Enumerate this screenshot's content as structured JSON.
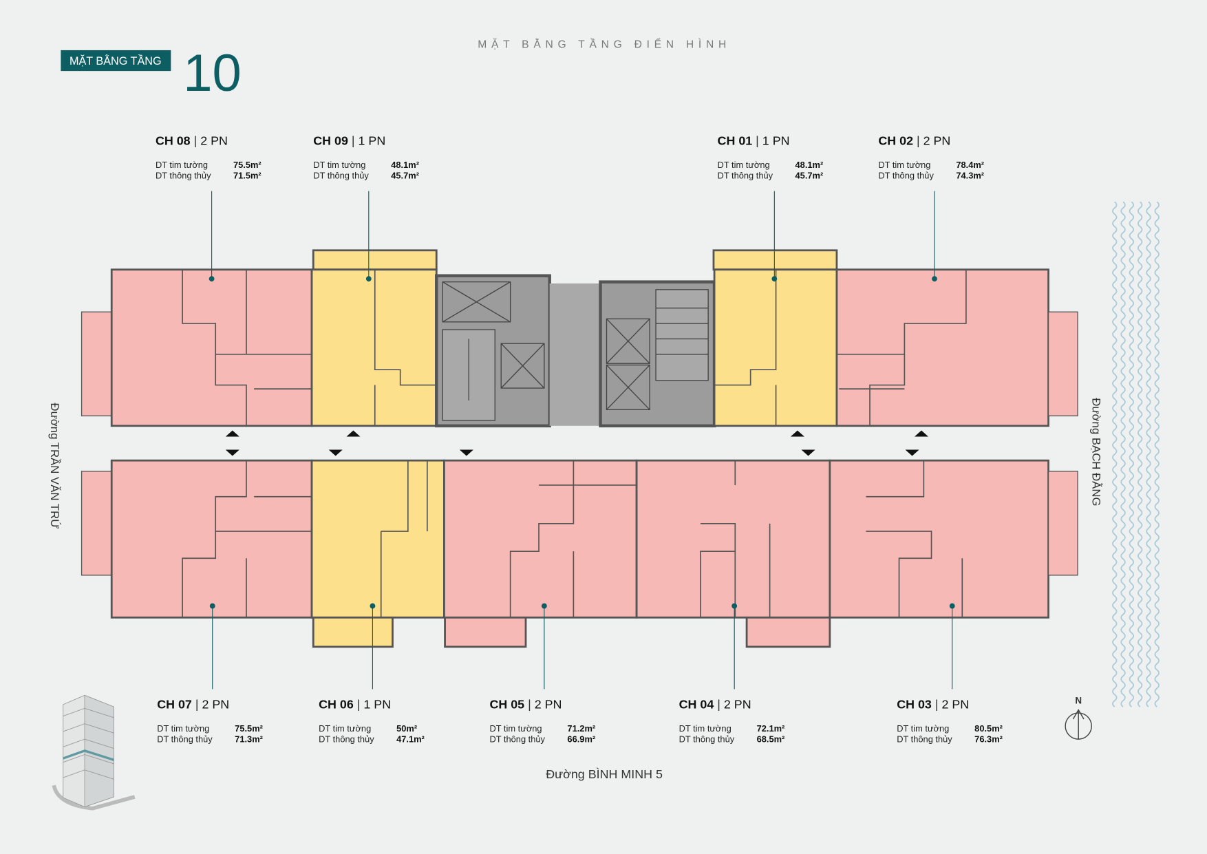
{
  "header": {
    "badge": "MẶT BẰNG TẦNG",
    "floor_number": "10",
    "title": "MẶT BẰNG TẦNG ĐIỂN HÌNH"
  },
  "colors": {
    "accent": "#0c5e63",
    "two_bedroom": "#f7b9b5",
    "one_bedroom": "#fde08c",
    "core": "#9c9c9c",
    "wall": "#555555"
  },
  "labels": {
    "dt_tim_tuong": "DT tim tường",
    "dt_thong_thuy": "DT thông thủy"
  },
  "units": [
    {
      "id": "CH 08",
      "type": "2 PN",
      "dt_tim_tuong": "75.5m²",
      "dt_thong_thuy": "71.5m²"
    },
    {
      "id": "CH 09",
      "type": "1 PN",
      "dt_tim_tuong": "48.1m²",
      "dt_thong_thuy": "45.7m²"
    },
    {
      "id": "CH 01",
      "type": "1 PN",
      "dt_tim_tuong": "48.1m²",
      "dt_thong_thuy": "45.7m²"
    },
    {
      "id": "CH 02",
      "type": "2 PN",
      "dt_tim_tuong": "78.4m²",
      "dt_thong_thuy": "74.3m²"
    },
    {
      "id": "CH 07",
      "type": "2 PN",
      "dt_tim_tuong": "75.5m²",
      "dt_thong_thuy": "71.3m²"
    },
    {
      "id": "CH 06",
      "type": "1 PN",
      "dt_tim_tuong": "50m²",
      "dt_thong_thuy": "47.1m²"
    },
    {
      "id": "CH 05",
      "type": "2 PN",
      "dt_tim_tuong": "71.2m²",
      "dt_thong_thuy": "66.9m²"
    },
    {
      "id": "CH 04",
      "type": "2 PN",
      "dt_tim_tuong": "72.1m²",
      "dt_thong_thuy": "68.5m²"
    },
    {
      "id": "CH 03",
      "type": "2 PN",
      "dt_tim_tuong": "80.5m²",
      "dt_thong_thuy": "76.3m²"
    }
  ],
  "streets": {
    "west": "Đường TRẦN VĂN TRỨ",
    "east": "Đường BẠCH ĐẰNG",
    "south": "Đường BÌNH MINH 5"
  },
  "compass": {
    "label": "N",
    "icon": "north-arrow-icon"
  }
}
